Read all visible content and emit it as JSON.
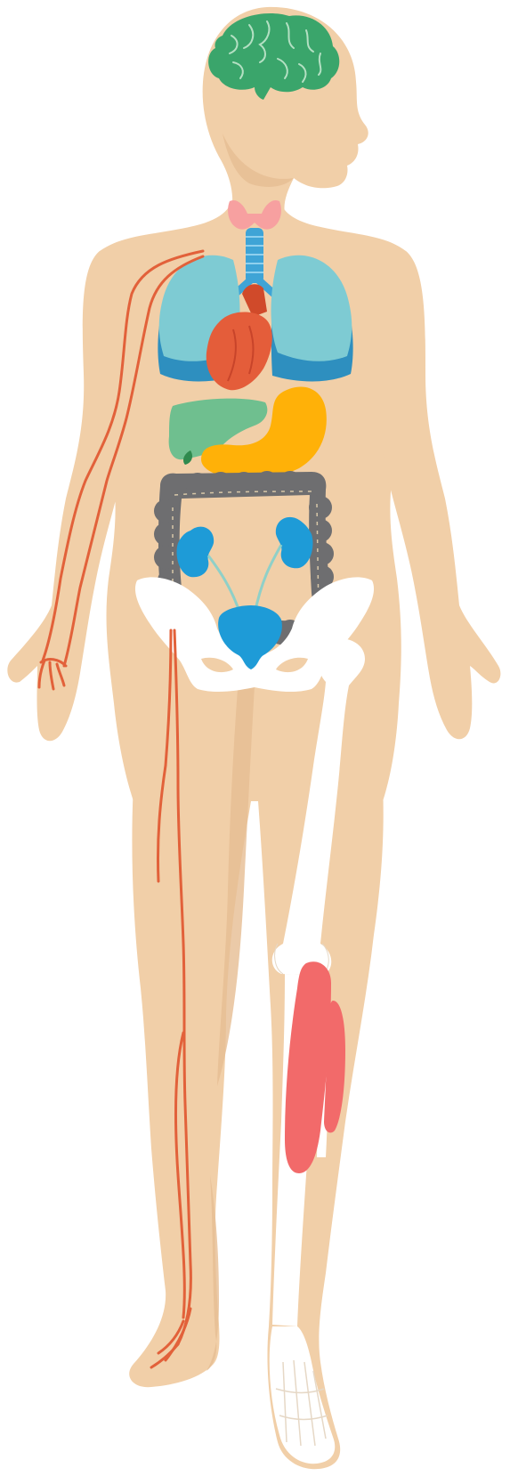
{
  "figure": {
    "subject": "human-body-anatomy",
    "organs": [
      {
        "id": "brain",
        "color": "#3aa56b"
      },
      {
        "id": "thyroid",
        "color": "#f7a0a0"
      },
      {
        "id": "trachea",
        "color": "#3fa4d6"
      },
      {
        "id": "lungs",
        "color": "#7ecbd3"
      },
      {
        "id": "heart",
        "color": "#e45d3a"
      },
      {
        "id": "liver",
        "color": "#6fbf8f"
      },
      {
        "id": "stomach",
        "color": "#ffb108"
      },
      {
        "id": "large-intestine",
        "color": "#6e6e70"
      },
      {
        "id": "kidneys",
        "color": "#1e9bd7"
      },
      {
        "id": "bladder",
        "color": "#1e9bd7"
      },
      {
        "id": "pelvis",
        "color": "#ffffff"
      },
      {
        "id": "leg-bones",
        "color": "#ffffff"
      },
      {
        "id": "calf-muscle",
        "color": "#f26a6a"
      },
      {
        "id": "arteries",
        "color": "#e2613a"
      }
    ],
    "colors": {
      "skin": "#f1cfa8",
      "skin_shadow": "#e6bd92",
      "background": "#ffffff"
    }
  }
}
